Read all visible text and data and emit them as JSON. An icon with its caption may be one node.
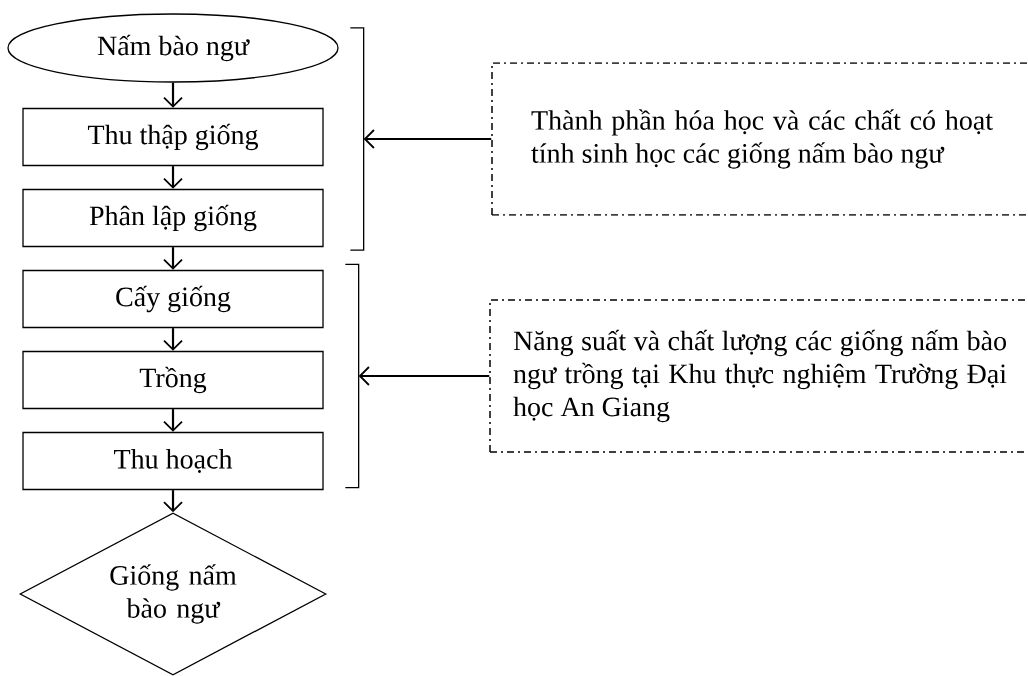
{
  "diagram": {
    "nodes": [
      {
        "text": [
          "Nấm bào ngư"
        ]
      },
      {
        "text": [
          "Thu thập giống"
        ]
      },
      {
        "text": [
          "Phân lập giống"
        ]
      },
      {
        "text": [
          "Cấy giống"
        ]
      },
      {
        "text": [
          "Trồng"
        ]
      },
      {
        "text": [
          "Thu hoạch"
        ]
      },
      {
        "text": [
          "Giống nấm bào ngư"
        ]
      },
      {
        "text": [],
        "shape": "bracket"
      },
      {
        "text": [
          "Thành phần hóa học và các chất có hoạt tính sinh học các giống nấm bào ngư"
        ]
      },
      {
        "text": [],
        "shape": "bracket"
      },
      {
        "text": [
          "Năng suất và chất lượng các giống nấm bào ngư trồng tại Khu thực nghiệm Trường Đại học An Giang"
        ]
      }
    ],
    "edges": [
      {
        "from": 0,
        "to": 1,
        "arrow": "to"
      },
      {
        "from": 1,
        "to": 2,
        "arrow": "to"
      },
      {
        "from": 2,
        "to": 3,
        "arrow": "to"
      },
      {
        "from": 3,
        "to": 4,
        "arrow": "to"
      },
      {
        "from": 4,
        "to": 5,
        "arrow": "to"
      },
      {
        "from": 5,
        "to": 6,
        "arrow": "to"
      },
      {
        "from": 8,
        "to": 7,
        "arrow": "to"
      },
      {
        "from": 10,
        "to": 9,
        "arrow": "to"
      }
    ]
  }
}
